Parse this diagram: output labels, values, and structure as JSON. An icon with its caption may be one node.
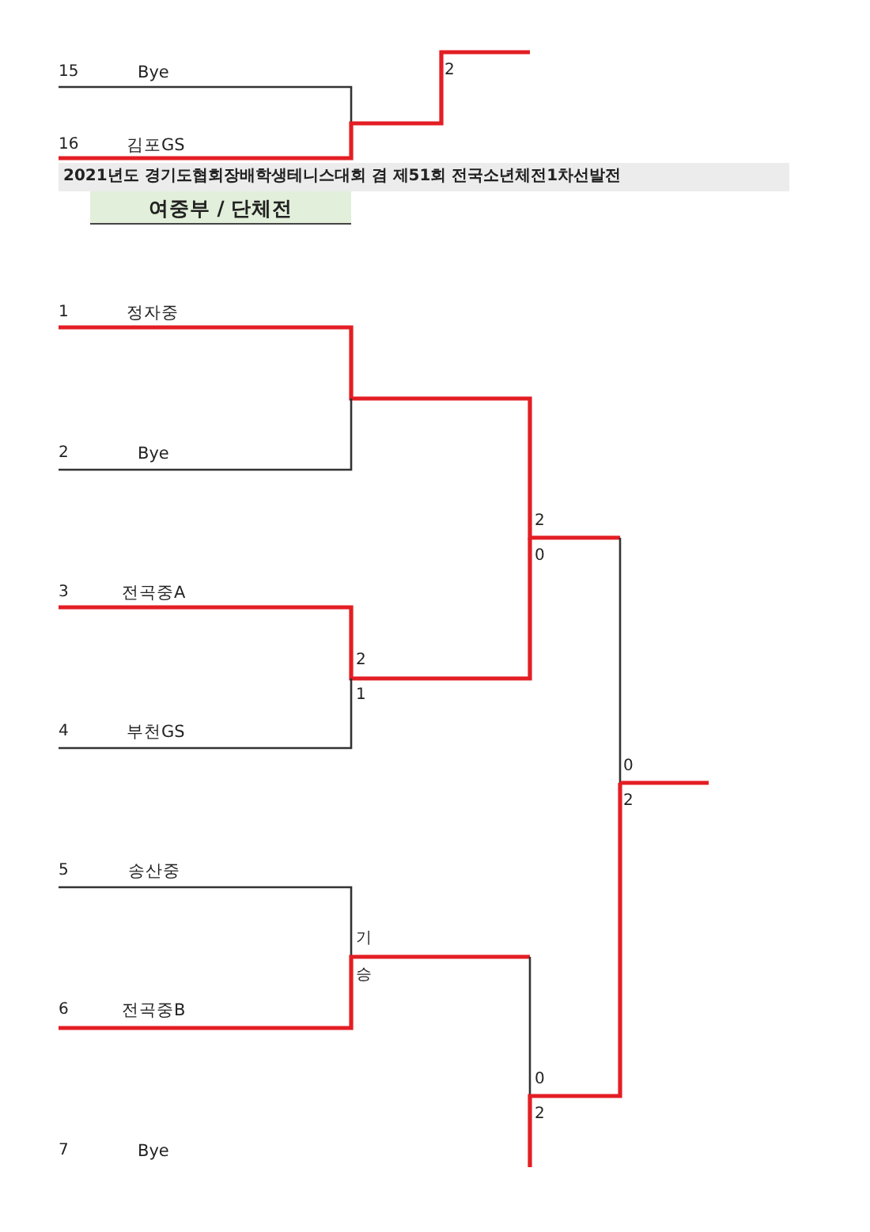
{
  "diagram": {
    "title": "2021년도 경기도협회장배학생테니스대회 겸 제51회 전국소년체전1차선발전",
    "nodes": [
      {
        "text": [
          "여중부 / 단체전"
        ]
      }
    ],
    "labels": [
      "15",
      "Bye",
      "2",
      "16",
      "김포GS",
      "1",
      "정자중",
      "2",
      "Bye",
      "2",
      "0",
      "3",
      "전곡중A",
      "2",
      "1",
      "4",
      "부천GS",
      "0",
      "2",
      "5",
      "송산중",
      "기",
      "승",
      "6",
      "전곡중B",
      "0",
      "2",
      "7",
      "Bye"
    ]
  }
}
